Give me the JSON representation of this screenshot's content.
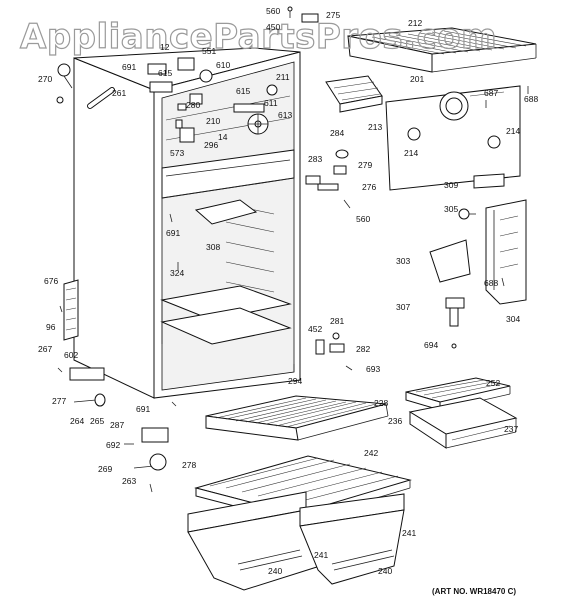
{
  "watermark": "AppliancePartsPros.com",
  "art_number": "(ART NO. WR18470 C)",
  "callouts": [
    "560",
    "275",
    "212",
    "450",
    "12",
    "551",
    "691",
    "615",
    "610",
    "270",
    "261",
    "211",
    "615",
    "280",
    "611",
    "613",
    "201",
    "687",
    "688",
    "284",
    "213",
    "210",
    "14",
    "296",
    "573",
    "279",
    "283",
    "214",
    "214",
    "276",
    "309",
    "305",
    "560",
    "691",
    "308",
    "324",
    "303",
    "688",
    "676",
    "304",
    "307",
    "452",
    "281",
    "96",
    "282",
    "694",
    "267",
    "602",
    "294",
    "693",
    "277",
    "264",
    "265",
    "691",
    "228",
    "252",
    "236",
    "287",
    "692",
    "237",
    "269",
    "278",
    "242",
    "263",
    "241",
    "241",
    "240",
    "240"
  ],
  "colors": {
    "ink": "#111111",
    "watermark": "#9a9a9a",
    "paper": "#ffffff"
  }
}
